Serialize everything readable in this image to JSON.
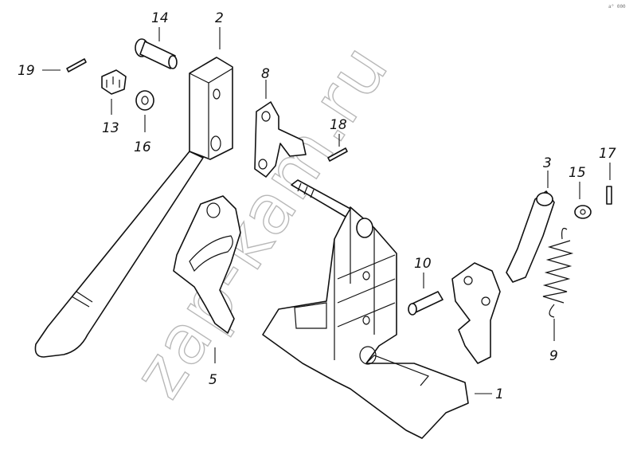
{
  "watermark": "zap-kam.ru",
  "corner_code": "a° 000",
  "labels": {
    "p1": "1",
    "p2": "2",
    "p3": "3",
    "p5": "5",
    "p8": "8",
    "p9": "9",
    "p10": "10",
    "p13": "13",
    "p14": "14",
    "p15": "15",
    "p16": "16",
    "p17": "17",
    "p18": "18",
    "p19": "19"
  }
}
